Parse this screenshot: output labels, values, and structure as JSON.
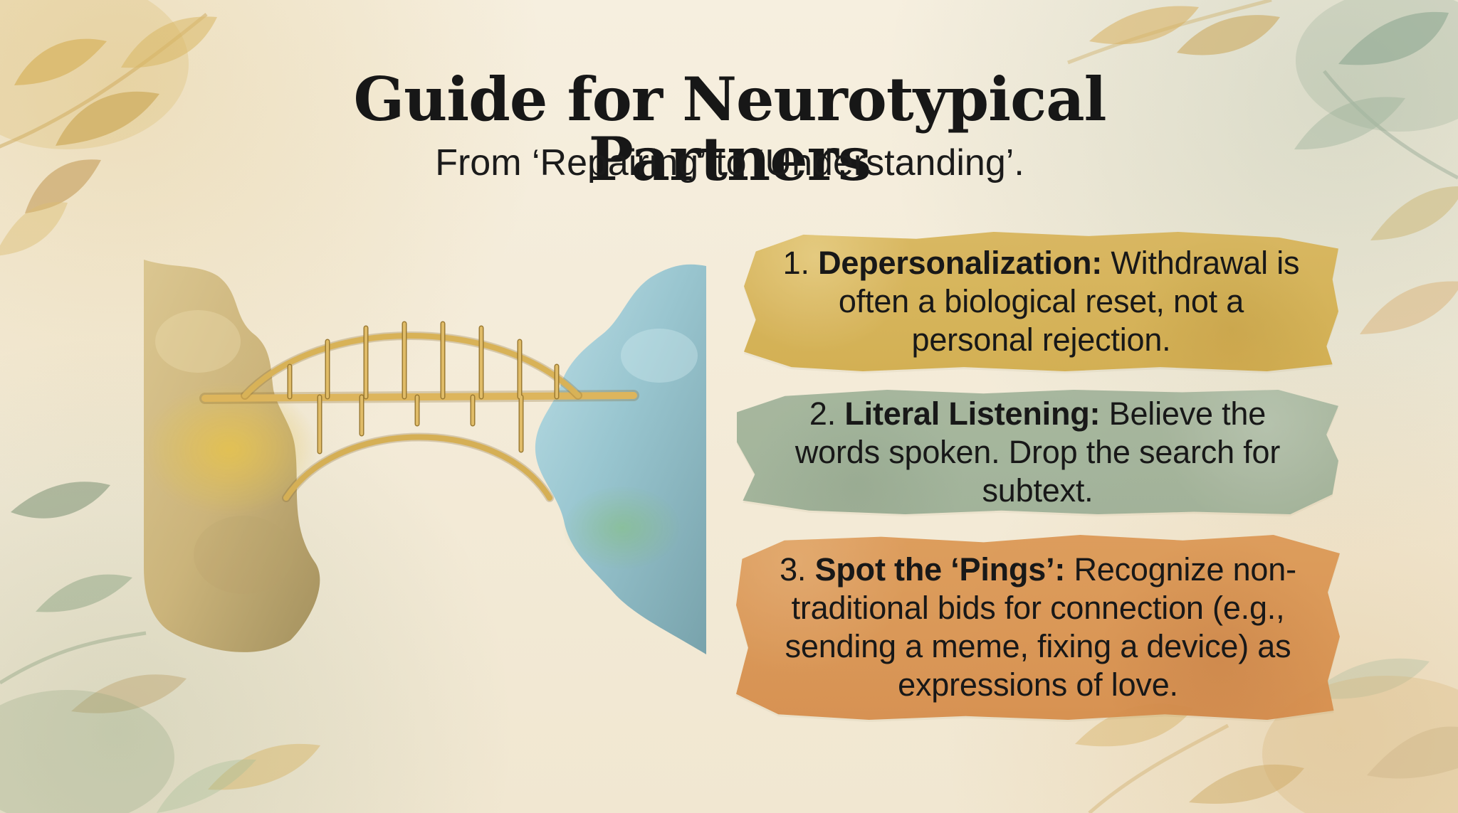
{
  "slide": {
    "title": "Guide for Neurotypical Partners",
    "subtitle": "From ‘Repairing’ to ‘Understanding’."
  },
  "tips": [
    {
      "number": "1.",
      "label": "Depersonalization:",
      "text": "Withdrawal is often a biological reset, not a personal rejection."
    },
    {
      "number": "2.",
      "label": "Literal Listening:",
      "text": "Believe the words spoken. Drop the search for subtext."
    },
    {
      "number": "3.",
      "label": "Spot the ‘Pings’:",
      "text": "Recognize non-traditional bids for connection (e.g., sending a meme, fixing a device) as expressions of love."
    }
  ],
  "palette": {
    "background": "#f3ead6",
    "ochre": "#d6b155",
    "sage": "#a2b39a",
    "terracotta": "#d8934f",
    "text": "#181818"
  },
  "icons": [
    "leaf-branch-icon",
    "bridge-icon"
  ]
}
